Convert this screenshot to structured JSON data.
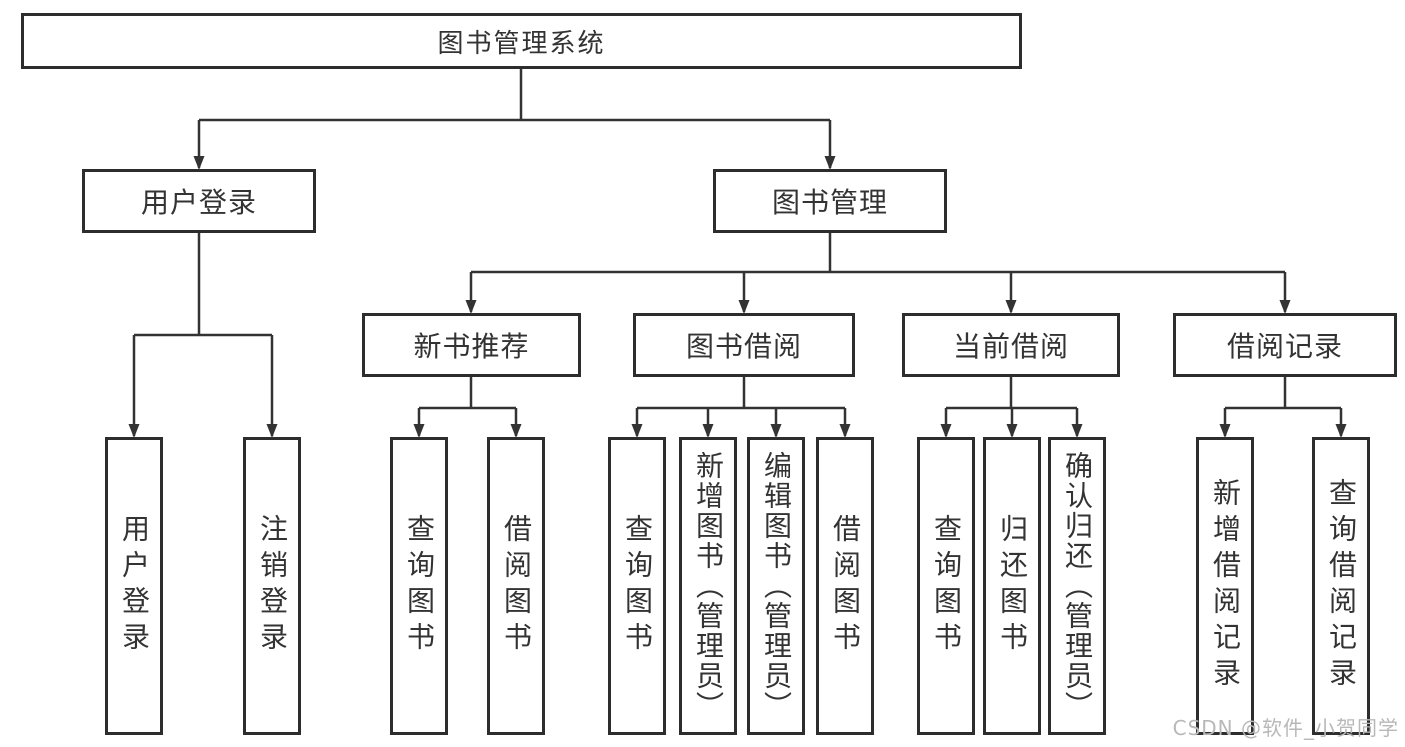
{
  "colors": {
    "background": "#ffffff",
    "line": "#333333",
    "box_border": "#2d2d2d",
    "text": "#333333",
    "watermark_text": "#b8b8b8"
  },
  "watermark": {
    "text": "CSDN @软件_小贺同学"
  },
  "tree": {
    "root": {
      "label": "图书管理系统"
    },
    "branches": [
      {
        "label": "用户登录",
        "children": [
          {
            "label": "用户登录"
          },
          {
            "label": "注销登录"
          }
        ]
      },
      {
        "label": "图书管理",
        "sections": [
          {
            "label": "新书推荐",
            "children": [
              {
                "label": "查询图书"
              },
              {
                "label": "借阅图书"
              }
            ]
          },
          {
            "label": "图书借阅",
            "children": [
              {
                "label": "查询图书"
              },
              {
                "label": "新增图书（管理员）"
              },
              {
                "label": "编辑图书（管理员）"
              },
              {
                "label": "借阅图书"
              }
            ]
          },
          {
            "label": "当前借阅",
            "children": [
              {
                "label": "查询图书"
              },
              {
                "label": "归还图书"
              },
              {
                "label": "确认归还（管理员）"
              }
            ]
          },
          {
            "label": "借阅记录",
            "children": [
              {
                "label": "新增借阅记录"
              },
              {
                "label": "查询借阅记录"
              }
            ]
          }
        ]
      }
    ]
  }
}
